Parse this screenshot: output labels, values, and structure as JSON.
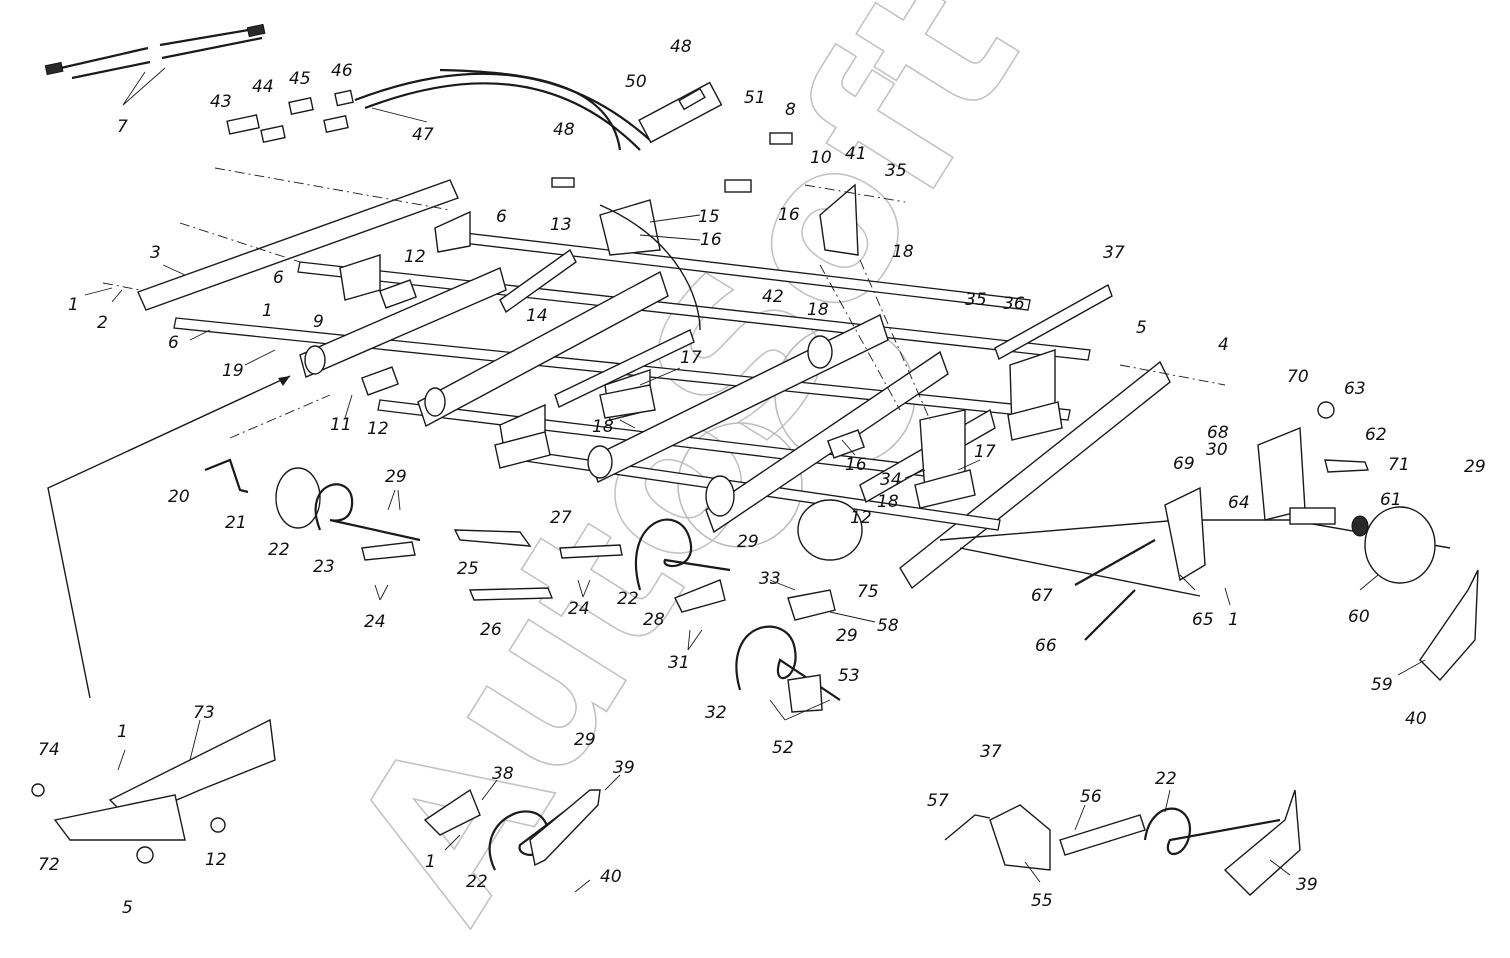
{
  "watermark": {
    "text": "AutoSoft"
  },
  "colors": {
    "ink": "#1a1a1a",
    "watermark": "#bdbdbd",
    "background": "#ffffff"
  },
  "callouts": {
    "c1a": "1",
    "c2": "2",
    "c3": "3",
    "c6a": "6",
    "c6b": "6",
    "c6c": "6",
    "c7": "7",
    "c43": "43",
    "c44": "44",
    "c45": "45",
    "c46": "46",
    "c47": "47",
    "c48a": "48",
    "c48b": "48",
    "c50": "50",
    "c51": "51",
    "c8": "8",
    "c10": "10",
    "c41": "41",
    "c35a": "35",
    "c15": "15",
    "c16a": "16",
    "c16b": "16",
    "c13": "13",
    "c12a": "12",
    "c9": "9",
    "c1b": "1",
    "c14": "14",
    "c18a": "18",
    "c42": "42",
    "c18b": "18",
    "c37a": "37",
    "c36": "36",
    "c35b": "35",
    "c5a": "5",
    "c4": "4",
    "c19": "19",
    "c11": "11",
    "c12b": "12",
    "c17a": "17",
    "c18c": "18",
    "c16c": "16",
    "c34": "34",
    "c17b": "17",
    "c18d": "18",
    "c70": "70",
    "c63": "63",
    "c62": "62",
    "c71": "71",
    "c29a": "29",
    "c61": "61",
    "c60": "60",
    "c59": "59",
    "c40a": "40",
    "c69": "69",
    "c30": "30",
    "c68": "68",
    "c64": "64",
    "c67": "67",
    "c66": "66",
    "c65": "65",
    "c1c": "1",
    "c20": "20",
    "c21": "21",
    "c22a": "22",
    "c29b": "29",
    "c23": "23",
    "c24a": "24",
    "c25": "25",
    "c26": "26",
    "c27": "27",
    "c24b": "24",
    "c22b": "22",
    "c28": "28",
    "c29c": "29",
    "c31": "31",
    "c12c": "12",
    "c75": "75",
    "c33": "33",
    "c58": "58",
    "c29d": "29",
    "c53": "53",
    "c32": "32",
    "c52": "52",
    "c73": "73",
    "c1d": "1",
    "c74": "74",
    "c72": "72",
    "c12d": "12",
    "c5b": "5",
    "c38": "38",
    "c29e": "29",
    "c39a": "39",
    "c1e": "1",
    "c22c": "22",
    "c40b": "40",
    "c37b": "37",
    "c22d": "22",
    "c56": "56",
    "c57": "57",
    "c55": "55",
    "c39b": "39"
  }
}
